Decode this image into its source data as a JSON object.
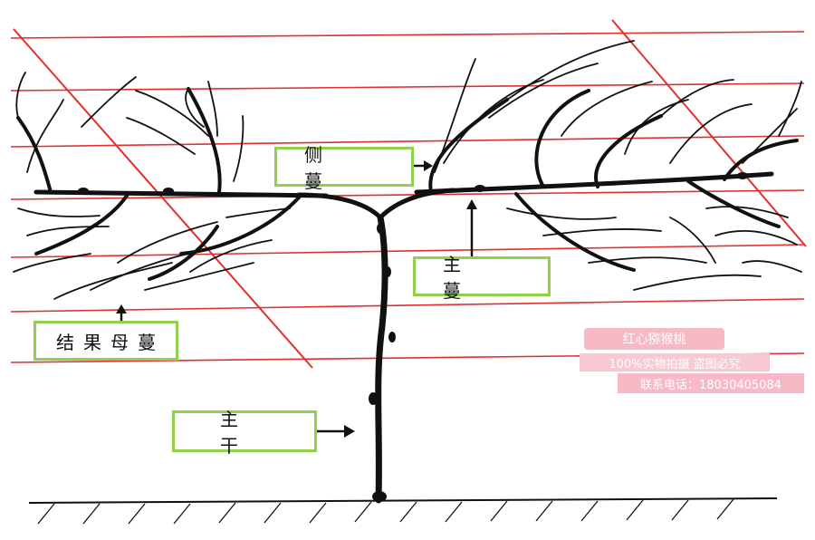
{
  "labels": {
    "side_vine": "侧蔓",
    "main_vine": "主蔓",
    "fruiting_mother_vine": "结果母蔓",
    "trunk": "主干"
  },
  "watermark": {
    "title": "红心猕猴桃",
    "line1": "100%实物拍摄 盗图必究",
    "line2": "联系电话：18030405084"
  },
  "colors": {
    "wire": "#e03030",
    "label_border": "#8fd14f",
    "watermark_bg": "#f7b9c6",
    "vine": "#111111"
  }
}
